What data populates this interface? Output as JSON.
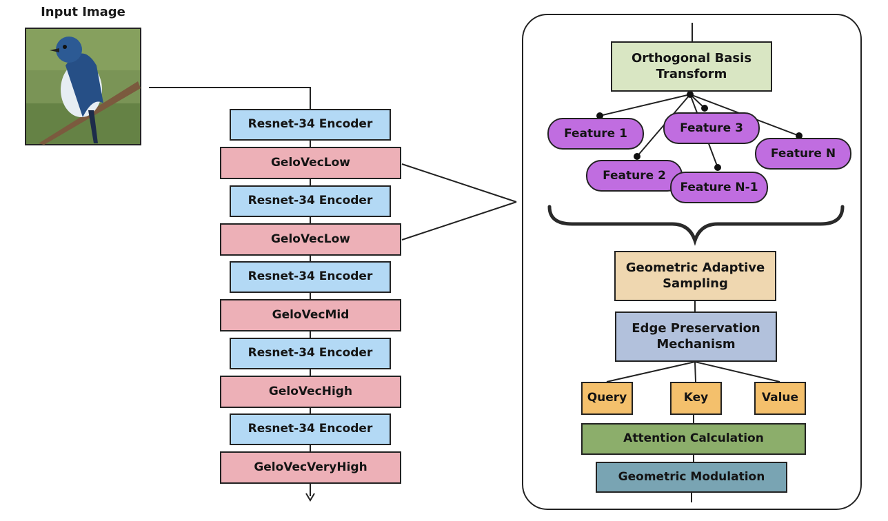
{
  "input": {
    "title": "Input Image",
    "image_icon": "bluebird-photo"
  },
  "encoder_stack": [
    {
      "label": "Resnet-34 Encoder",
      "kind": "encoder"
    },
    {
      "label": "GeloVecLow",
      "kind": "gelo"
    },
    {
      "label": "Resnet-34 Encoder",
      "kind": "encoder"
    },
    {
      "label": "GeloVecLow",
      "kind": "gelo"
    },
    {
      "label": "Resnet-34 Encoder",
      "kind": "encoder"
    },
    {
      "label": "GeloVecMid",
      "kind": "gelo"
    },
    {
      "label": "Resnet-34 Encoder",
      "kind": "encoder"
    },
    {
      "label": "GeloVecHigh",
      "kind": "gelo"
    },
    {
      "label": "Resnet-34 Encoder",
      "kind": "encoder"
    },
    {
      "label": "GeloVecVeryHigh",
      "kind": "gelo"
    }
  ],
  "detail": {
    "basis": "Orthogonal Basis Transform",
    "features": {
      "f1": "Feature 1",
      "f2": "Feature 2",
      "f3": "Feature 3",
      "fn1": "Feature N-1",
      "fn": "Feature N"
    },
    "sampling": "Geometric Adaptive Sampling",
    "edge": "Edge Preservation Mechanism",
    "qkv": {
      "query": "Query",
      "key": "Key",
      "value": "Value"
    },
    "attention": "Attention Calculation",
    "modulation": "Geometric Modulation"
  },
  "colors": {
    "encoder": "#b3d9f5",
    "gelo": "#edb0b7",
    "basis": "#d9e6c3",
    "feature": "#c06de0",
    "sampling": "#efd7b0",
    "edge": "#b2c1dc",
    "qkv": "#f4c06c",
    "attention": "#8cae6b",
    "modulation": "#79a4b3"
  }
}
